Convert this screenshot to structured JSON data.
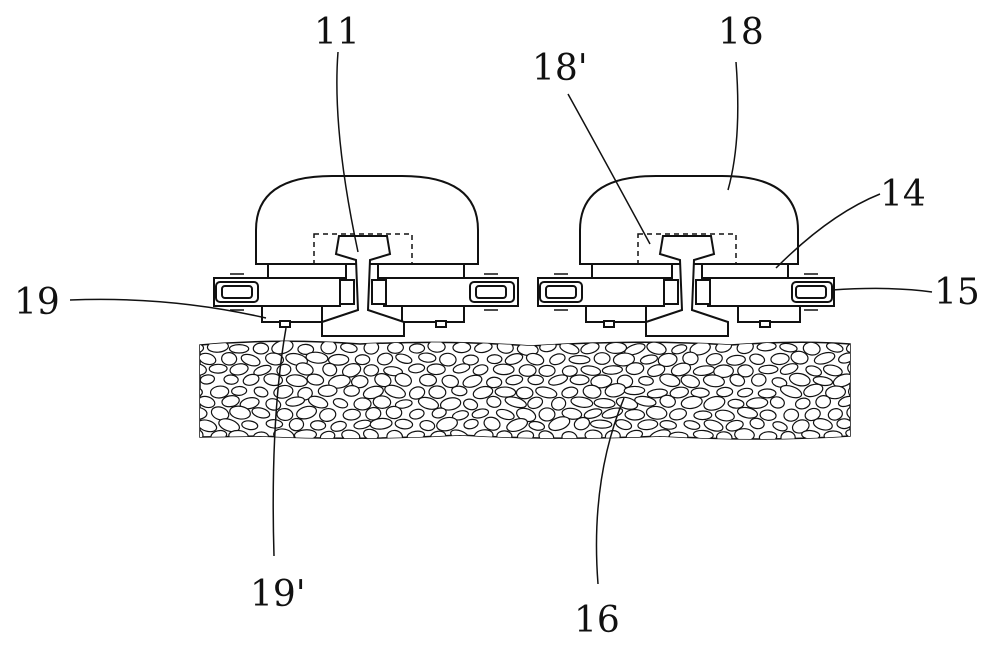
{
  "figure": {
    "reference_numerals": {
      "rail": "11",
      "clamp_bar": "14",
      "end_pin": "15",
      "ballast_bed": "16",
      "cover": "18",
      "cover_recess": "18'",
      "base_plate": "19",
      "bolt": "19'"
    }
  }
}
